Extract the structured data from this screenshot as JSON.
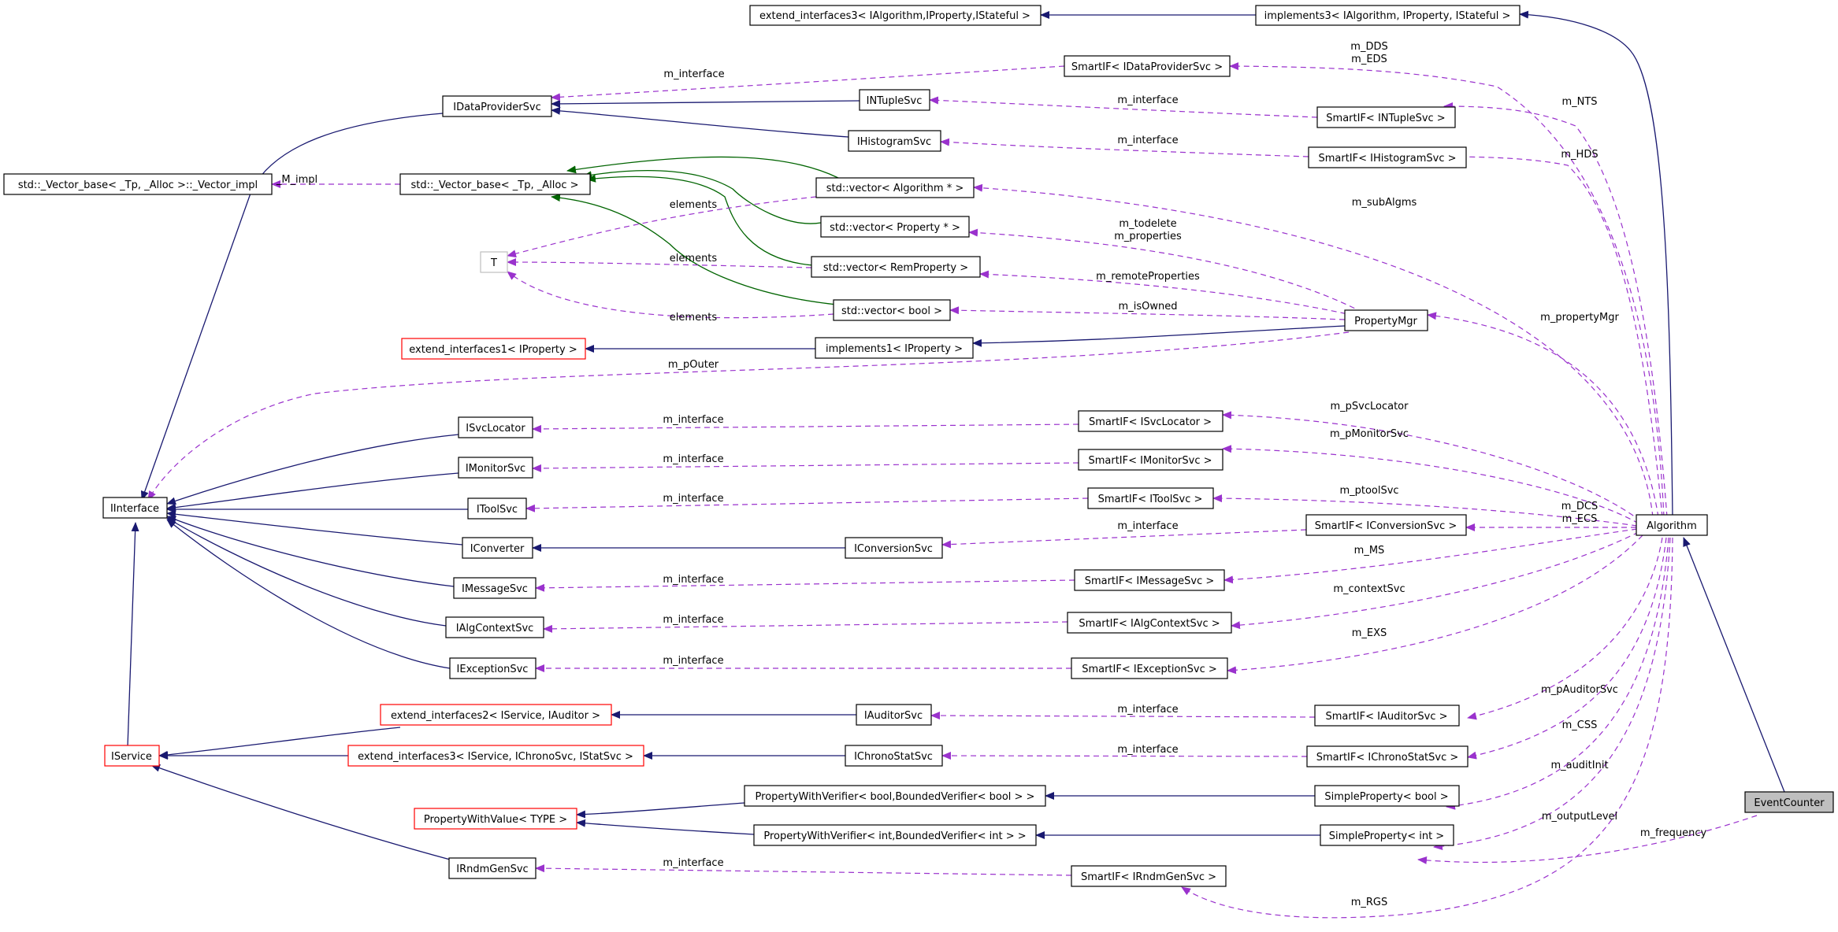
{
  "colors": {
    "inheritance": "#191970",
    "template_instance": "#006400",
    "usage": "#9a32cd",
    "focus_fill": "#bfbfbf",
    "undocumented_border": "#ff0000"
  },
  "nodes": {
    "extend_interfaces3_ialg": "extend_interfaces3< IAlgorithm,IProperty,IStateful >",
    "implements3": "implements3< IAlgorithm, IProperty, IStateful >",
    "smartif_idataprovidersvc": "SmartIF< IDataProviderSvc >",
    "idataprovidersvc": "IDataProviderSvc",
    "intuplesvc": "INTupleSvc",
    "smartif_intuplesvc": "SmartIF< INTupleSvc >",
    "ihistogramsvc": "IHistogramSvc",
    "smartif_ihistogramsvc": "SmartIF< IHistogramSvc >",
    "vector_base_impl": "std::_Vector_base< _Tp, _Alloc >::_Vector_impl",
    "vector_base": "std::_Vector_base< _Tp, _Alloc >",
    "vector_algorithm": "std::vector< Algorithm * >",
    "vector_property": "std::vector< Property * >",
    "t": "T",
    "vector_remproperty": "std::vector< RemProperty >",
    "vector_bool": "std::vector< bool >",
    "propertymgr": "PropertyMgr",
    "extend_interfaces1": "extend_interfaces1< IProperty >",
    "implements1": "implements1< IProperty >",
    "isvclocator": "ISvcLocator",
    "smartif_isvclocator": "SmartIF< ISvcLocator >",
    "imonitorsvc": "IMonitorSvc",
    "smartif_imonitorsvc": "SmartIF< IMonitorSvc >",
    "iinterface": "IInterface",
    "itoolsvc": "IToolSvc",
    "smartif_itoolsvc": "SmartIF< IToolSvc >",
    "iconverter": "IConverter",
    "iconversionsvc": "IConversionSvc",
    "smartif_iconversionsvc": "SmartIF< IConversionSvc >",
    "algorithm": "Algorithm",
    "imessagesvc": "IMessageSvc",
    "smartif_imessagesvc": "SmartIF< IMessageSvc >",
    "ialgcontextsvc": "IAlgContextSvc",
    "smartif_ialgcontextsvc": "SmartIF< IAlgContextSvc >",
    "iexceptionsvc": "IExceptionSvc",
    "smartif_iexceptionsvc": "SmartIF< IExceptionSvc >",
    "extend_interfaces2": "extend_interfaces2< IService, IAuditor >",
    "iauditorsvc": "IAuditorSvc",
    "smartif_iauditorsvc": "SmartIF< IAuditorSvc >",
    "iservice": "IService",
    "extend_interfaces3_isvc": "extend_interfaces3< IService, IChronoSvc, IStatSvc >",
    "ichronostatsvc": "IChronoStatSvc",
    "smartif_ichronostatsvc": "SmartIF< IChronoStatSvc >",
    "pwv_bool": "PropertyWithVerifier< bool,BoundedVerifier< bool > >",
    "simpleproperty_bool": "SimpleProperty< bool >",
    "propertywithvalue": "PropertyWithValue< TYPE >",
    "eventcounter": "EventCounter",
    "pwv_int": "PropertyWithVerifier< int,BoundedVerifier< int > >",
    "simpleproperty_int": "SimpleProperty< int >",
    "irndmgensvc": "IRndmGenSvc",
    "smartif_irndmgensvc": "SmartIF< IRndmGenSvc >"
  },
  "edge_labels": {
    "m_dds": "m_DDS",
    "m_eds": "m_EDS",
    "m_interface": "m_interface",
    "m_nts": "m_NTS",
    "m_hds": "m_HDS",
    "m_impl": "_M_impl",
    "elements": "elements",
    "m_subalgms": "m_subAlgms",
    "m_todelete": "m_todelete",
    "m_properties": "m_properties",
    "m_remoteproperties": "m_remoteProperties",
    "m_isowned": "m_isOwned",
    "m_propertymgr": "m_propertyMgr",
    "m_pouter": "m_pOuter",
    "m_psvclocator": "m_pSvcLocator",
    "m_pmonitorsvc": "m_pMonitorSvc",
    "m_ptoolsvc": "m_ptoolSvc",
    "m_dcs": "m_DCS",
    "m_ecs": "m_ECS",
    "m_ms": "m_MS",
    "m_contextsvc": "m_contextSvc",
    "m_exs": "m_EXS",
    "m_pauditorsvc": "m_pAuditorSvc",
    "m_css": "m_CSS",
    "m_auditinit": "m_auditInit",
    "m_outputlevel": "m_outputLevel",
    "m_frequency": "m_frequency",
    "m_rgs": "m_RGS"
  }
}
